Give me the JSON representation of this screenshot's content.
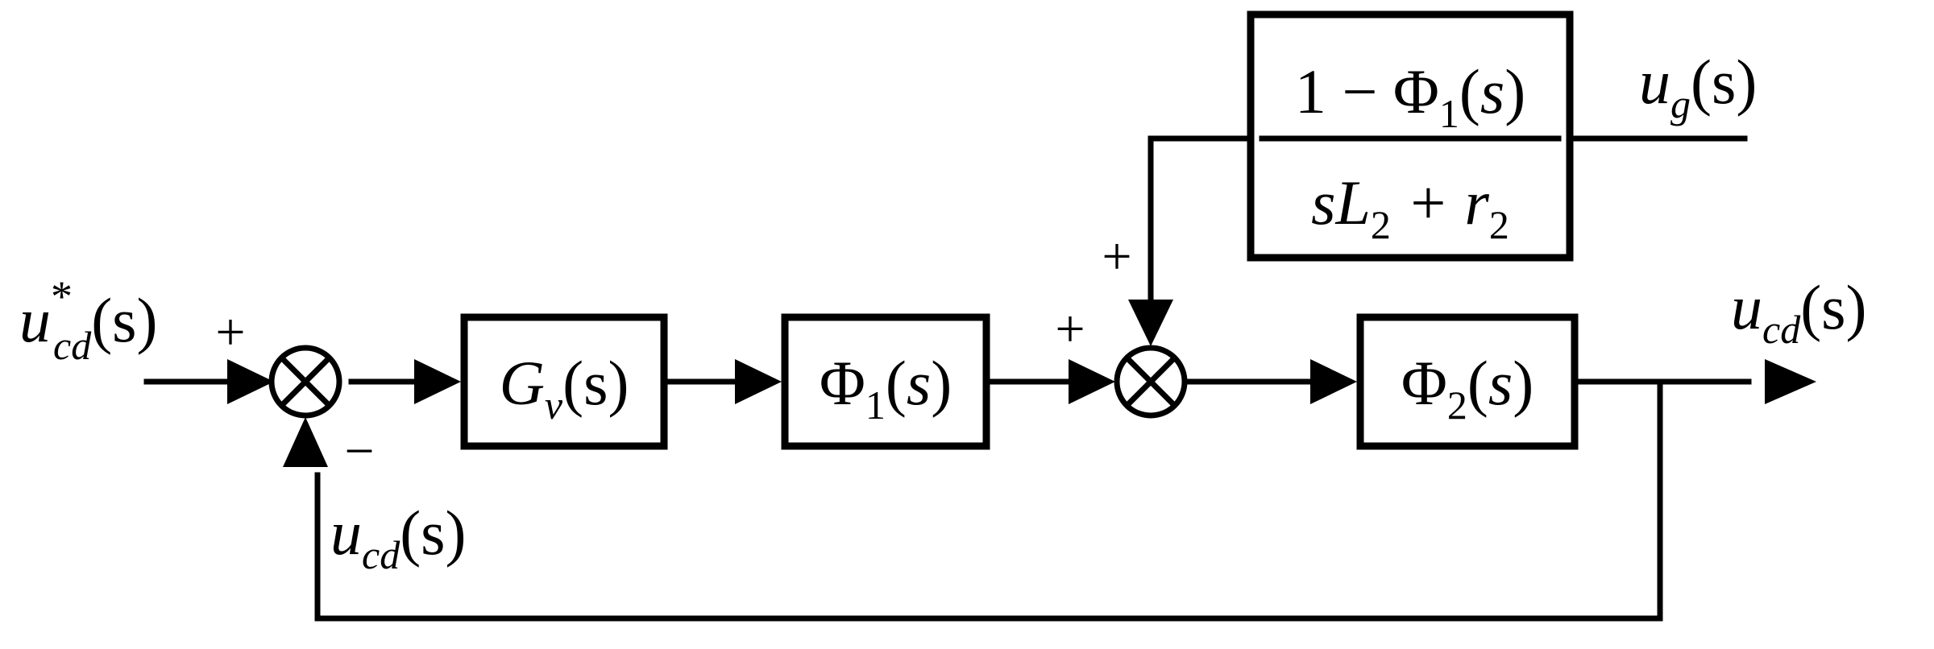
{
  "input_signal": {
    "base": "u",
    "sup": "*",
    "sub": "cd",
    "arg": "(s)"
  },
  "output_signal": {
    "base": "u",
    "sub": "cd",
    "arg": "(s)"
  },
  "feedback_signal": {
    "base": "u",
    "sub": "cd",
    "arg": "(s)"
  },
  "grid_signal": {
    "base": "u",
    "sub": "g",
    "arg": "(s)"
  },
  "sum1": {
    "plus": "+",
    "minus": "−"
  },
  "sum2": {
    "plus_left": "+",
    "plus_top": "+"
  },
  "blocks": {
    "gv": {
      "base": "G",
      "sub": "v",
      "arg": "(s)"
    },
    "phi1": {
      "base": "Φ",
      "sub": "1",
      "lparen": "(",
      "var": "s",
      "rparen": ")"
    },
    "phi2": {
      "base": "Φ",
      "sub": "2",
      "lparen": "(",
      "var": "s",
      "rparen": ")"
    },
    "ff": {
      "num_pre": "1 − Φ",
      "num_sub": "1",
      "num_lparen": "(",
      "num_var": "s",
      "num_rparen": ")",
      "den_pre": "sL",
      "den_sub1": "2",
      "den_mid": " + r",
      "den_sub2": "2"
    }
  }
}
